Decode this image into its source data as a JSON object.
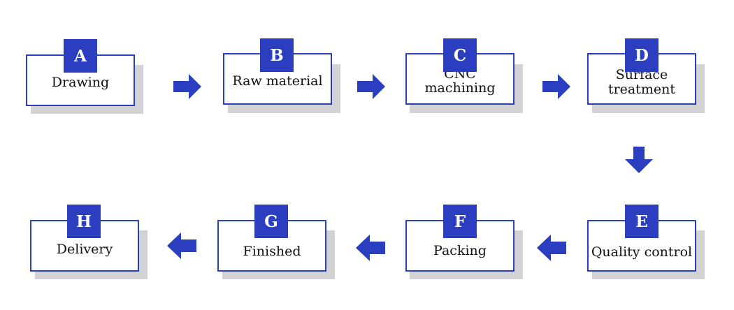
{
  "colors": {
    "accent": "#2b3ec0",
    "shadow": "#d3d3d5",
    "text": "#111111"
  },
  "steps": [
    {
      "letter": "A",
      "label": "Drawing"
    },
    {
      "letter": "B",
      "label": "Raw material"
    },
    {
      "letter": "C",
      "label": "CNC machining"
    },
    {
      "letter": "D",
      "label": "Surface\ntreatment"
    },
    {
      "letter": "E",
      "label": "Quality control"
    },
    {
      "letter": "F",
      "label": "Packing"
    },
    {
      "letter": "G",
      "label": "Finished"
    },
    {
      "letter": "H",
      "label": "Delivery"
    }
  ],
  "arrows": [
    {
      "from": "A",
      "to": "B",
      "direction": "right"
    },
    {
      "from": "B",
      "to": "C",
      "direction": "right"
    },
    {
      "from": "C",
      "to": "D",
      "direction": "right"
    },
    {
      "from": "D",
      "to": "E",
      "direction": "down"
    },
    {
      "from": "E",
      "to": "F",
      "direction": "left"
    },
    {
      "from": "F",
      "to": "G",
      "direction": "left"
    },
    {
      "from": "G",
      "to": "H",
      "direction": "left"
    }
  ]
}
